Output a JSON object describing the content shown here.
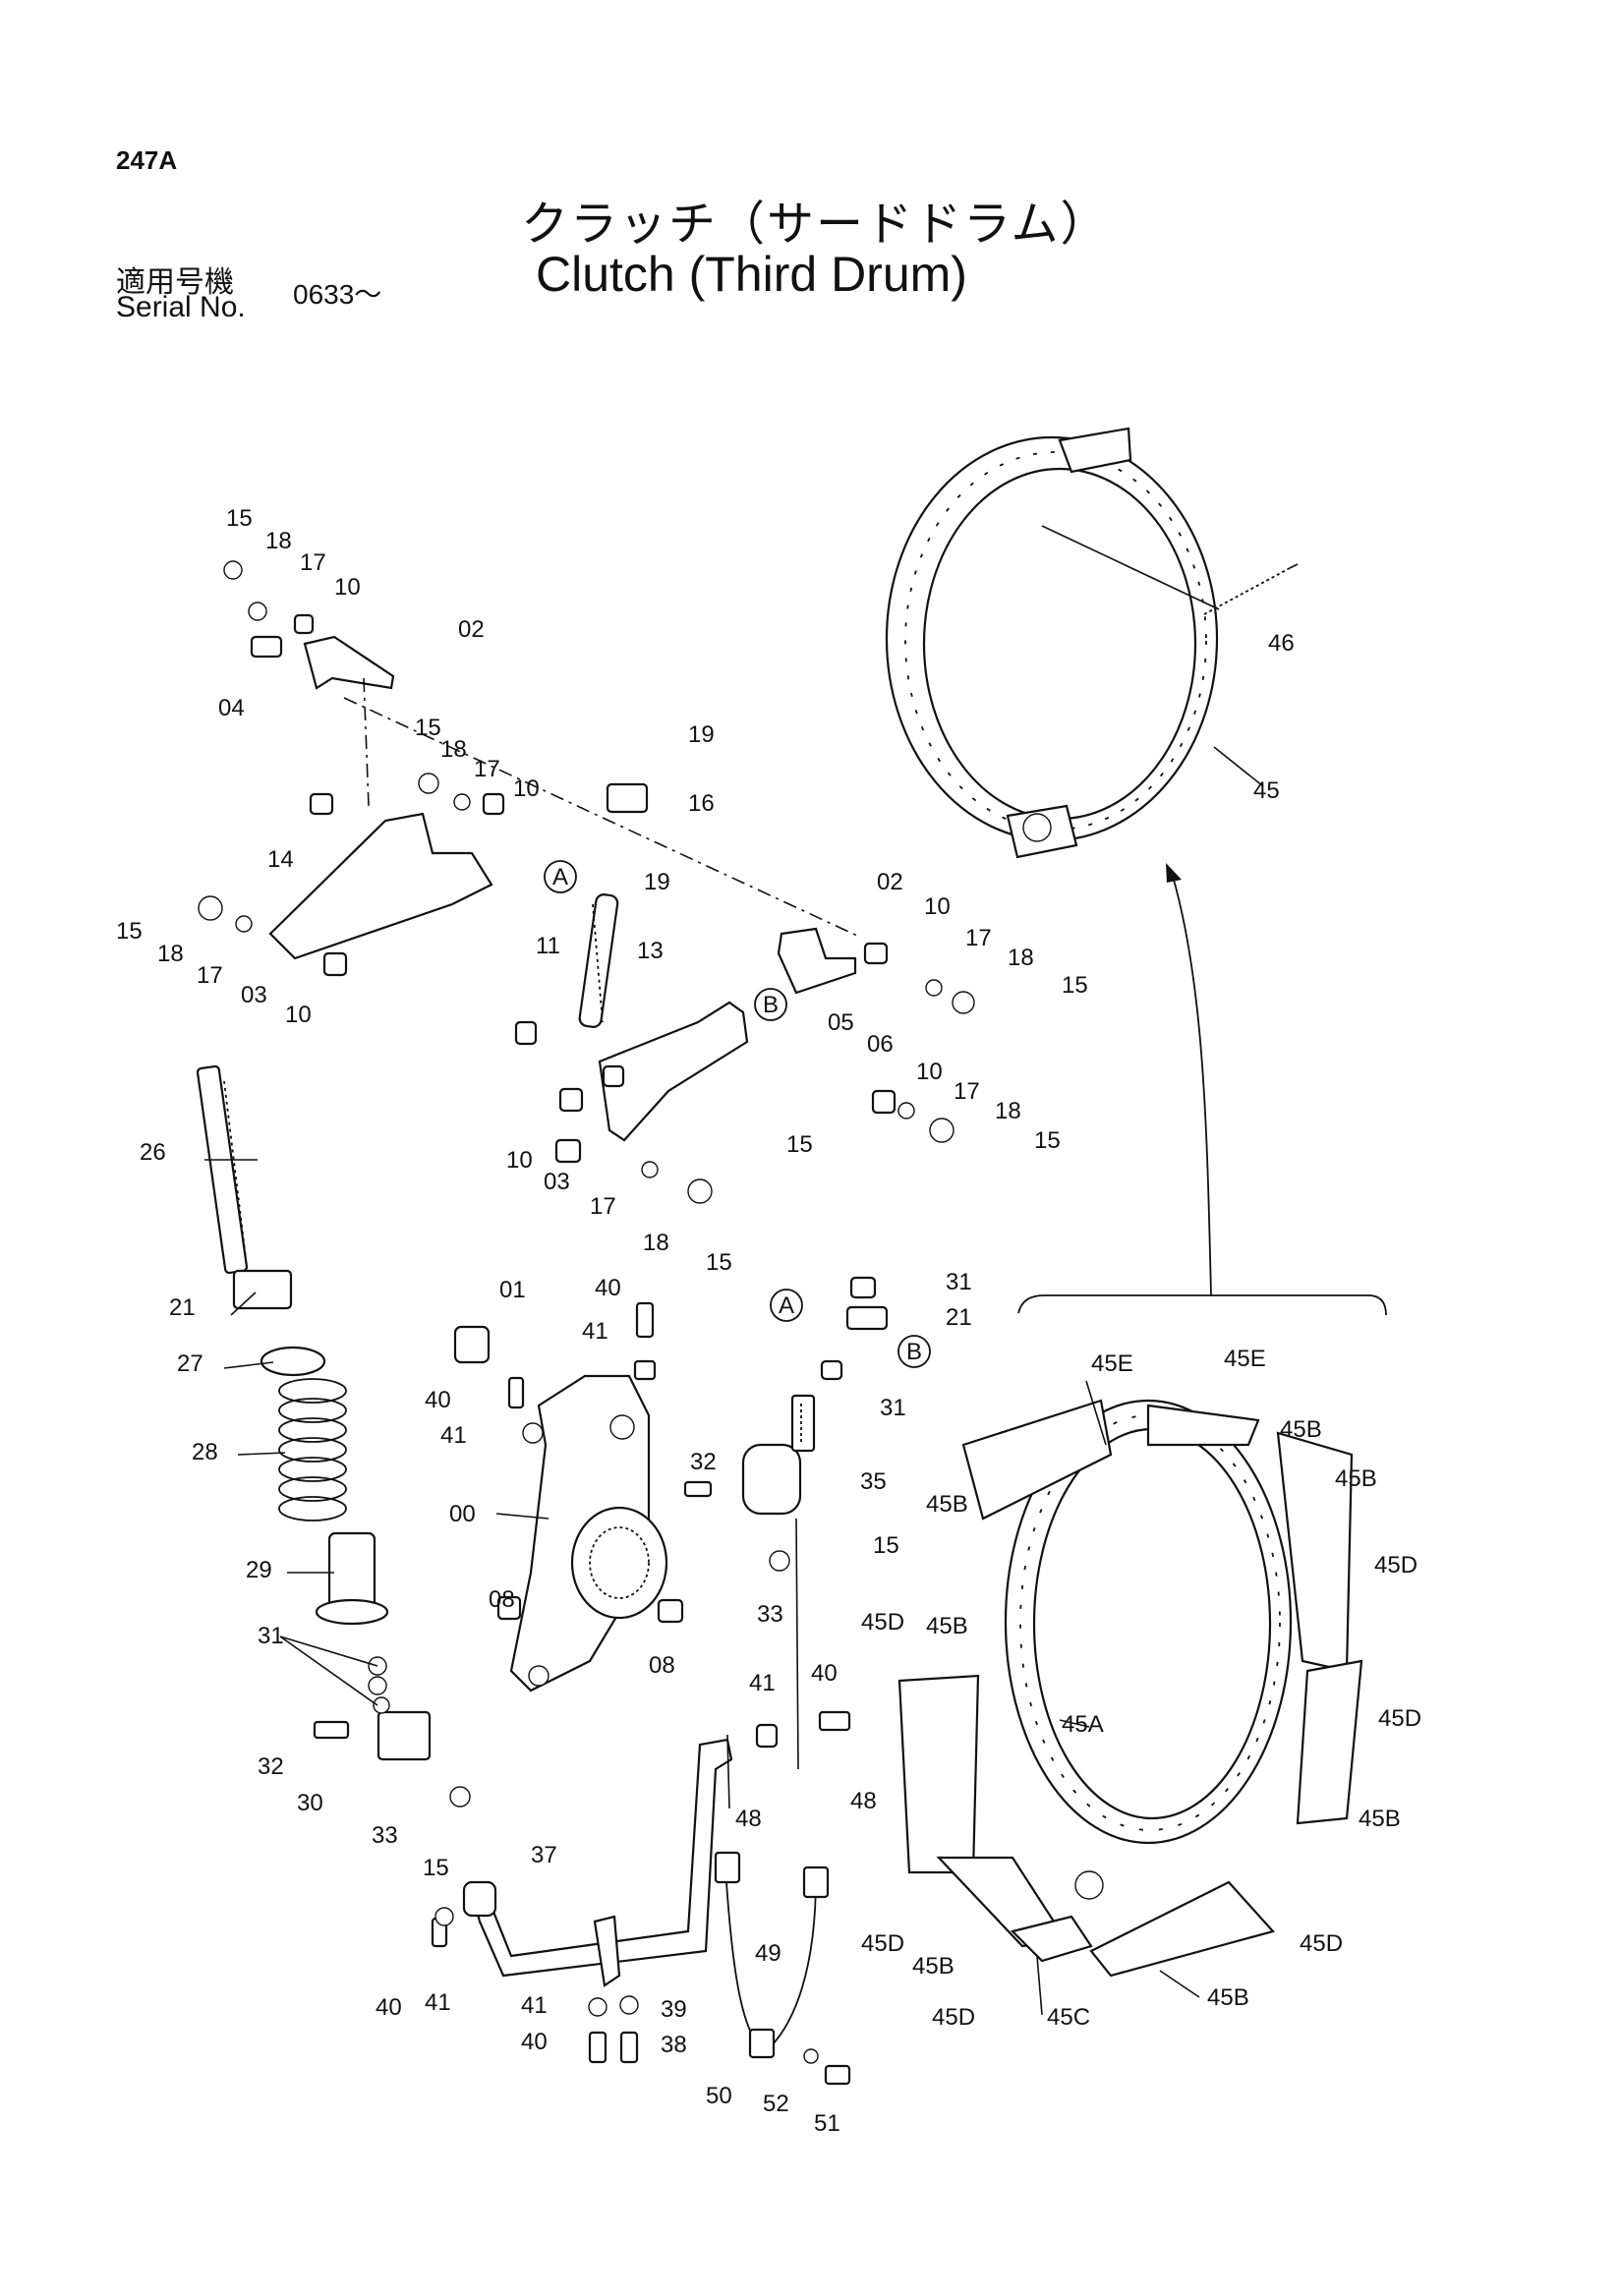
{
  "header": {
    "page_code": "247A",
    "title_jp": "クラッチ（サードドラム）",
    "title_en": "Clutch (Third Drum)",
    "serial_label_jp": "適用号機",
    "serial_label_en": "Serial No.",
    "serial_value": "0633～"
  },
  "callouts": {
    "c15a": "15",
    "c18a": "18",
    "c17a": "17",
    "c10a": "10",
    "c02a": "02",
    "c04": "04",
    "c15b": "15",
    "c18b": "18",
    "c17b": "17",
    "c10b": "10",
    "c19a": "19",
    "c16": "16",
    "c14": "14",
    "cA1": "A",
    "c19b": "19",
    "c15c": "15",
    "c18c": "18",
    "c17c": "17",
    "c03a": "03",
    "c10c": "10",
    "c11": "11",
    "c13": "13",
    "c02b": "02",
    "c10d": "10",
    "c17d": "17",
    "c18d": "18",
    "c15d": "15",
    "cB1": "B",
    "c05": "05",
    "c06": "06",
    "c10e": "10",
    "c17e": "17",
    "c18e": "18",
    "c15e": "15",
    "c15f": "15",
    "c26": "26",
    "c10f": "10",
    "c03b": "03",
    "c17f": "17",
    "c18f": "18",
    "c15g": "15",
    "c01": "01",
    "c40a": "40",
    "c31a": "31",
    "cA2": "A",
    "c21a": "21",
    "c21b": "21",
    "cB2": "B",
    "c41a": "41",
    "c27": "27",
    "c40b": "40",
    "c31b": "31",
    "c41b": "41",
    "c28": "28",
    "c32a": "32",
    "c35": "35",
    "c00": "00",
    "c15h": "15",
    "c29": "29",
    "c08a": "08",
    "c33a": "33",
    "c31c": "31",
    "c08b": "08",
    "c41c": "41",
    "c40c": "40",
    "c32b": "32",
    "c30": "30",
    "c33b": "33",
    "c48a": "48",
    "c48b": "48",
    "c15i": "15",
    "c37": "37",
    "c49": "49",
    "c40d": "40",
    "c41d": "41",
    "c41e": "41",
    "c39": "39",
    "c40e": "40",
    "c38": "38",
    "c50": "50",
    "c52": "52",
    "c51": "51",
    "c46": "46",
    "c45": "45",
    "c45Ea": "45E",
    "c45Eb": "45E",
    "c45Ba": "45B",
    "c45Bb": "45B",
    "c45Bc": "45B",
    "c45Da": "45D",
    "c45Db": "45D",
    "c45Bd": "45B",
    "c45A": "45A",
    "c45Dc": "45D",
    "c45Be": "45B",
    "c45Dd": "45D",
    "c45Bf": "45B",
    "c45De": "45D",
    "c45C": "45C",
    "c45Df": "45D",
    "c45Bg": "45B"
  }
}
